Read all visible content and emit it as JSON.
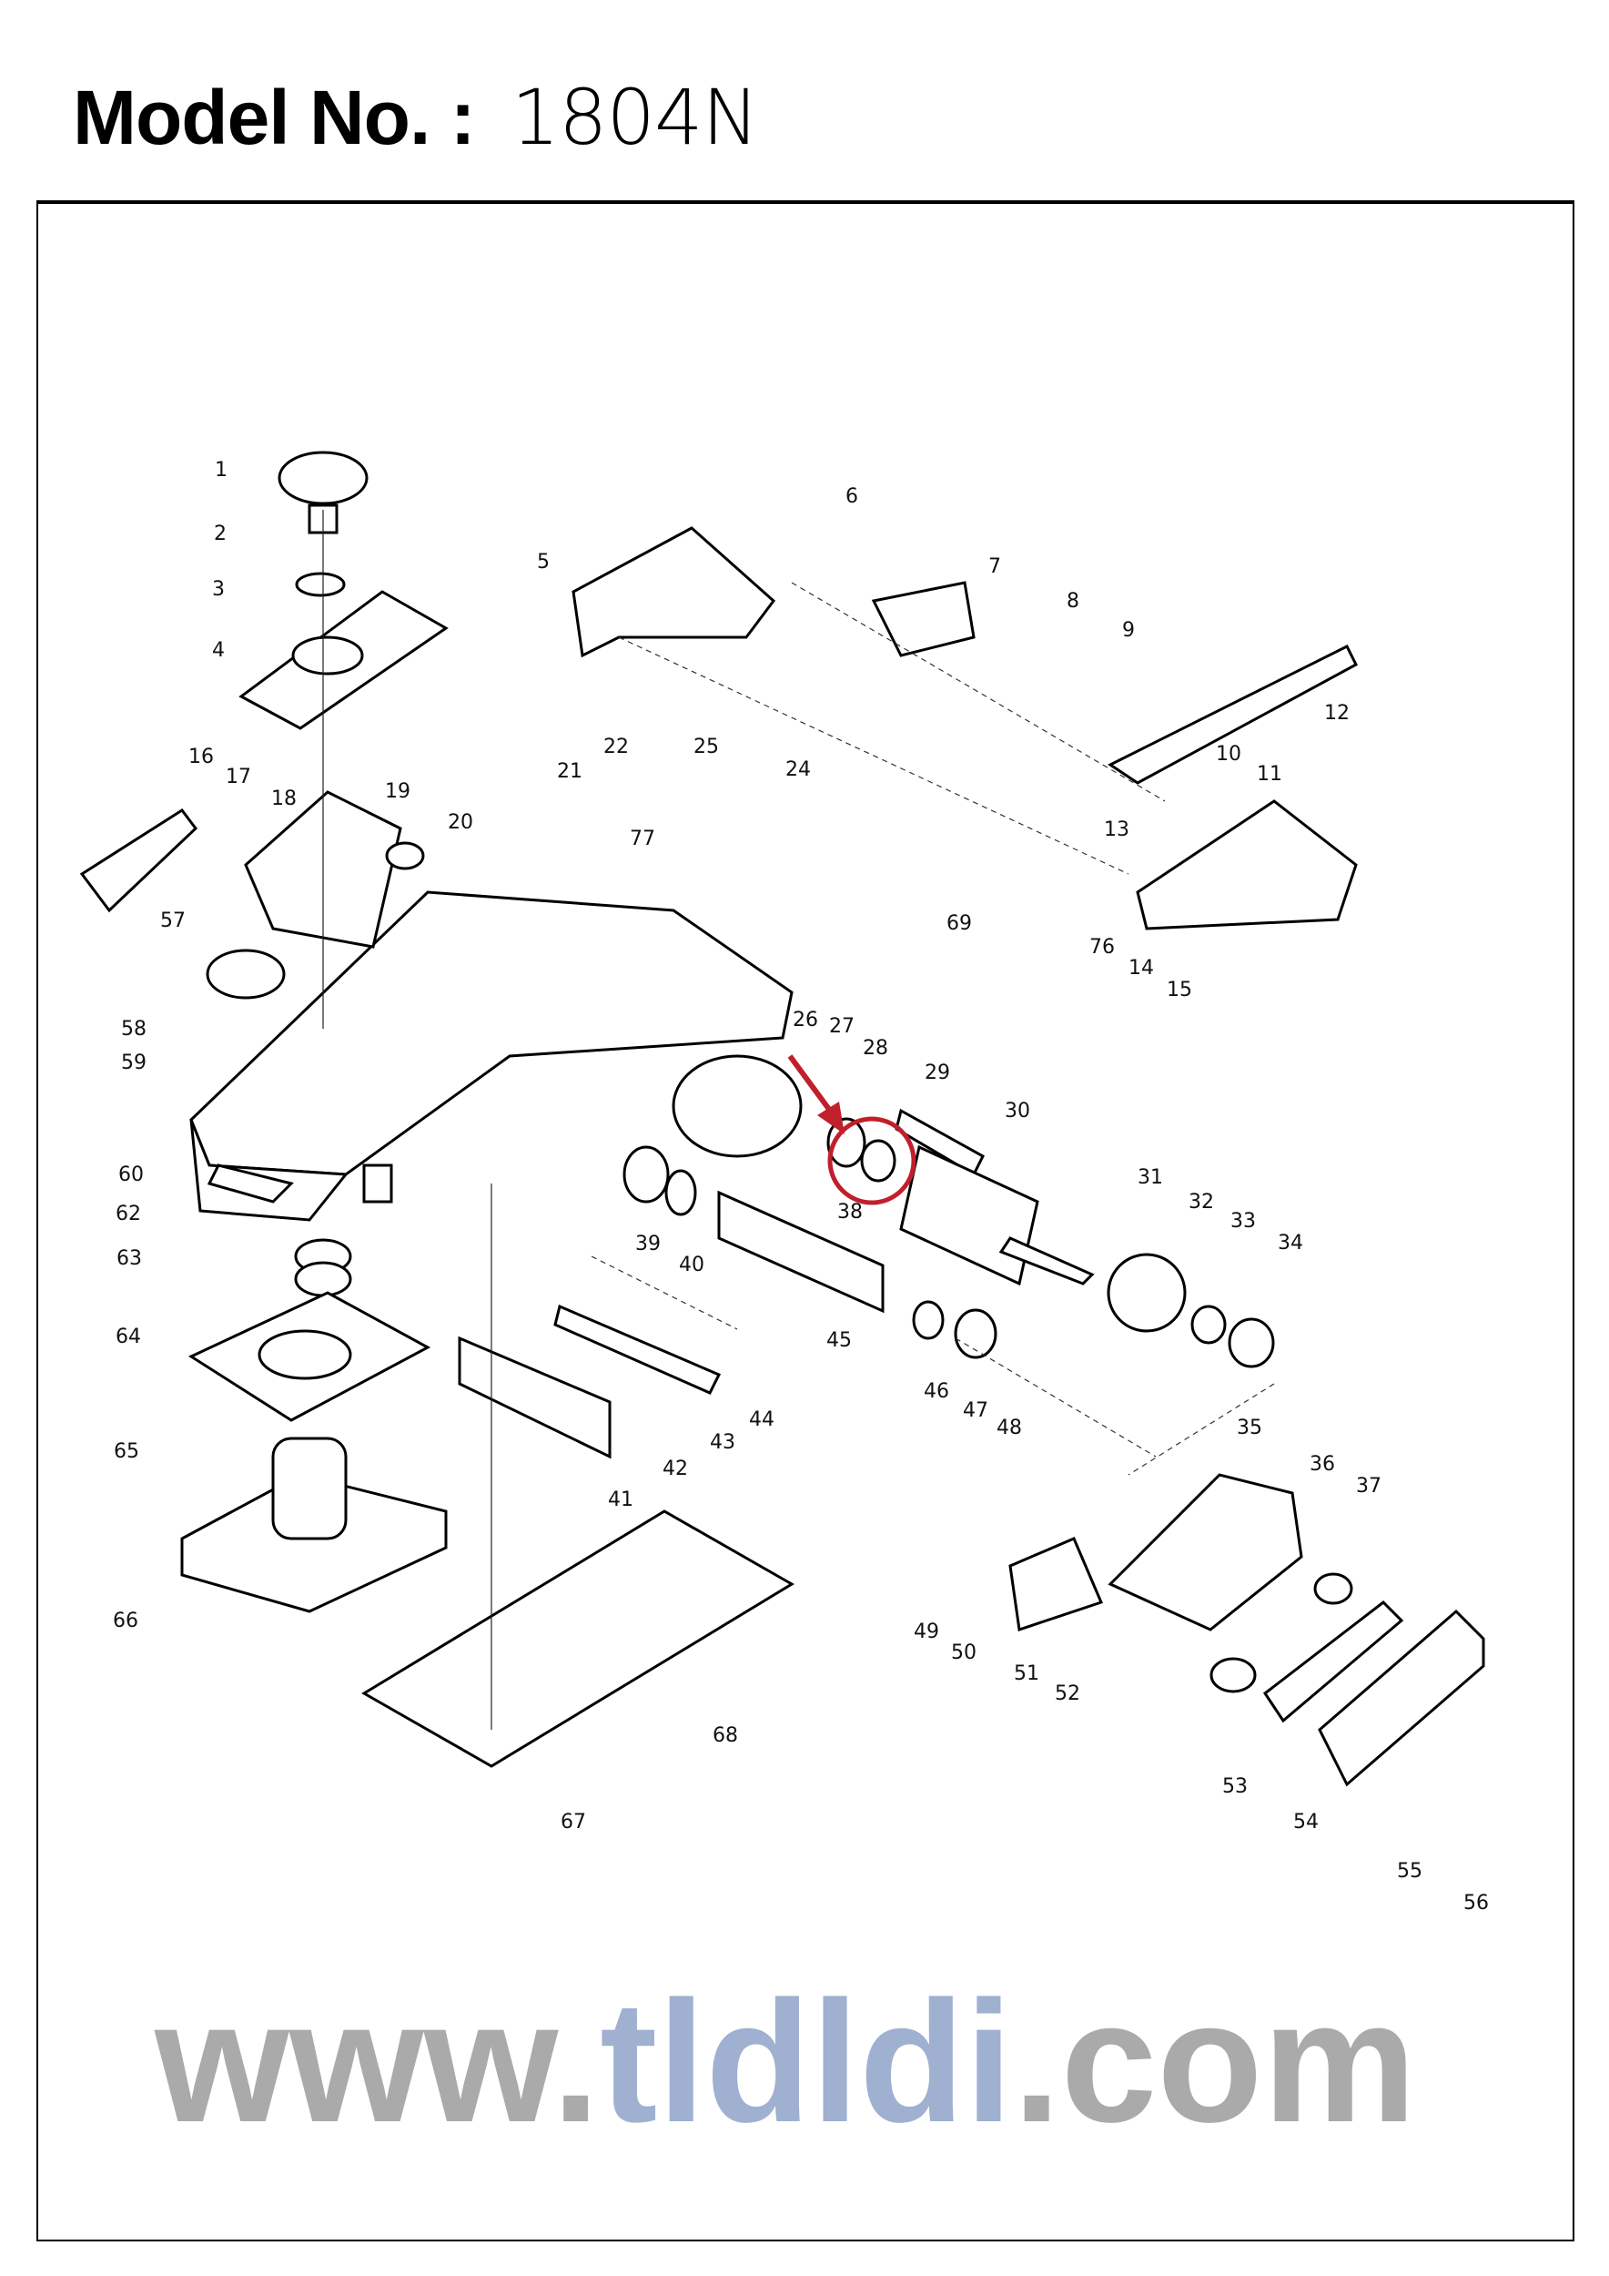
{
  "header": {
    "label": "Model No. :",
    "model": "1804N"
  },
  "watermark": {
    "text_a": "www.",
    "text_b": "tldldi",
    "text_c": ".com",
    "color_gray": "#aaaaaa",
    "color_blue": "#9fb0d0"
  },
  "highlight": {
    "color": "#c0202c",
    "target_part": "28"
  },
  "parts": {
    "p1": "1",
    "p2": "2",
    "p3": "3",
    "p4": "4",
    "p5": "5",
    "p6": "6",
    "p7": "7",
    "p8": "8",
    "p9": "9",
    "p10": "10",
    "p11": "11",
    "p12": "12",
    "p13": "13",
    "p14": "14",
    "p15": "15",
    "p16": "16",
    "p17": "17",
    "p18": "18",
    "p19": "19",
    "p20": "20",
    "p21": "21",
    "p22": "22",
    "p24": "24",
    "p25": "25",
    "p26": "26",
    "p27": "27",
    "p28": "28",
    "p29": "29",
    "p30": "30",
    "p31": "31",
    "p32": "32",
    "p33": "33",
    "p34": "34",
    "p35": "35",
    "p36": "36",
    "p37": "37",
    "p38": "38",
    "p39": "39",
    "p40": "40",
    "p41": "41",
    "p42": "42",
    "p43": "43",
    "p44": "44",
    "p45": "45",
    "p46": "46",
    "p47": "47",
    "p48": "48",
    "p49": "49",
    "p50": "50",
    "p51": "51",
    "p52": "52",
    "p53": "53",
    "p54": "54",
    "p55": "55",
    "p56": "56",
    "p57": "57",
    "p58": "58",
    "p59": "59",
    "p60": "60",
    "p62": "62",
    "p63": "63",
    "p64": "64",
    "p65": "65",
    "p66": "66",
    "p67": "67",
    "p68": "68",
    "p69": "69",
    "p76": "76",
    "p77": "77"
  }
}
